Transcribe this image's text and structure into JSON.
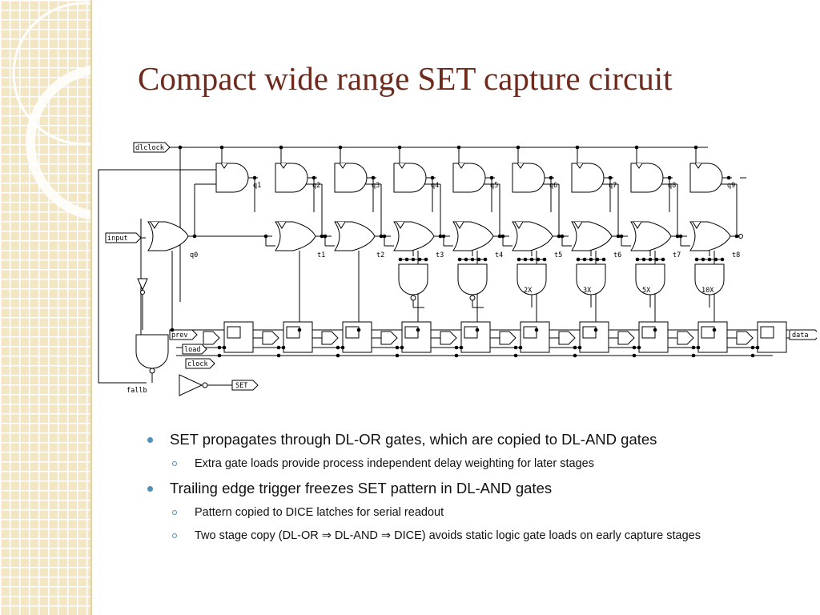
{
  "slide": {
    "title": "Compact wide range SET capture circuit"
  },
  "circuit": {
    "top_pins": [
      "dlclock"
    ],
    "and_outputs": [
      "q1",
      "q2",
      "q3",
      "q4",
      "q5",
      "q6",
      "q7",
      "q8",
      "q9"
    ],
    "or_outputs": [
      "q0",
      "t1",
      "t2",
      "t3",
      "t4",
      "t5",
      "t6",
      "t7",
      "t8"
    ],
    "load_labels": [
      "2X",
      "3X",
      "5X",
      "10X"
    ],
    "input_pins": [
      "input",
      "prev",
      "load",
      "clock"
    ],
    "output_pins": [
      "data",
      "SET"
    ],
    "net_labels": [
      "fallb"
    ]
  },
  "bullets": [
    {
      "text": "SET propagates through DL-OR gates, which are copied to DL-AND gates",
      "subs": [
        "Extra gate loads provide process independent delay weighting for later stages"
      ]
    },
    {
      "text": "Trailing edge trigger freezes SET pattern in DL-AND gates",
      "subs": [
        "Pattern copied to DICE latches for serial readout",
        "Two stage copy (DL-OR ⇒ DL-AND ⇒ DICE) avoids static logic gate loads on early capture stages"
      ]
    }
  ]
}
